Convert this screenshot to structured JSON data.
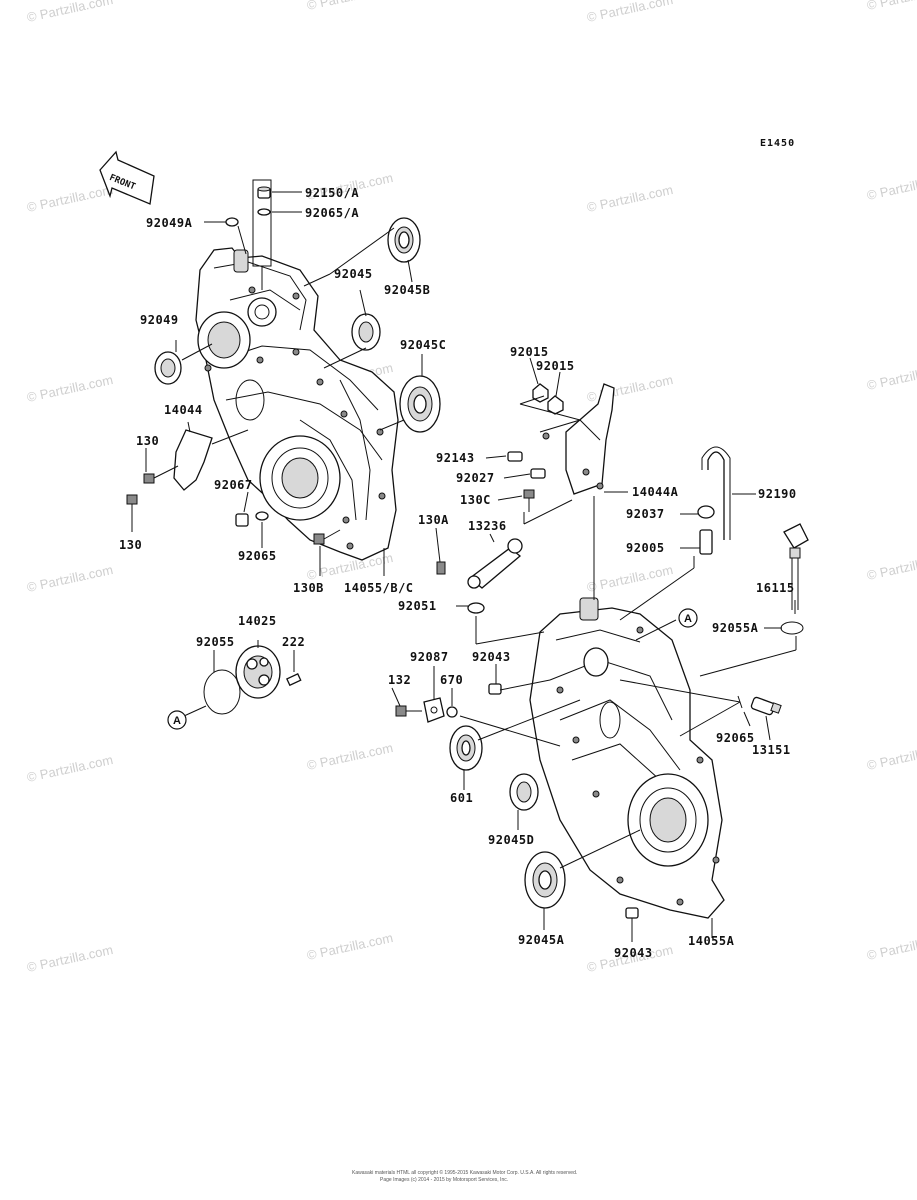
{
  "diagram": {
    "code": "E1450",
    "front_label": "FRONT",
    "callout_letter": "A",
    "watermark_text": "© Partzilla.com",
    "footer_line1": "Kawasaki materials HTML all copyright © 1995-2015 Kawasaki Motor Corp. U.S.A. All rights reserved.",
    "footer_line2": "Page Images (c) 2014 - 2015 by Motorsport Services, Inc.",
    "labels": [
      "92150/A",
      "92065/A",
      "92049A",
      "92045",
      "92045B",
      "92049",
      "92045C",
      "14044",
      "130",
      "130",
      "92067",
      "92065",
      "130B",
      "14055/B/C",
      "92015",
      "92015",
      "92143",
      "92027",
      "130C",
      "14044A",
      "92190",
      "92037",
      "92005",
      "130A",
      "13236",
      "16115",
      "92051",
      "92055A",
      "14025",
      "92055",
      "222",
      "92087",
      "92043",
      "132",
      "670",
      "92065",
      "13151",
      "601",
      "92045D",
      "92045A",
      "92043",
      "14055A"
    ]
  }
}
